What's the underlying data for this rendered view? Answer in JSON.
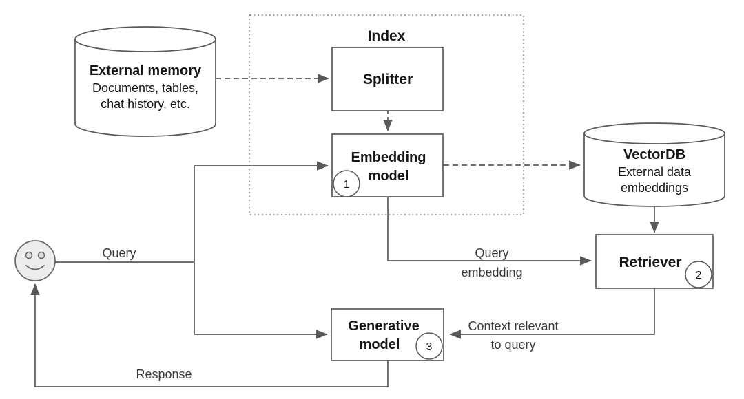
{
  "diagram": {
    "colors": {
      "line": "#595959",
      "dotted_border": "#8f8f8f",
      "text": "#161616",
      "edge_label_text": "#3a3a3a",
      "node_fill": "#ffffff",
      "face_fill": "#ececec",
      "face_stroke": "#666666",
      "background": "#ffffff"
    },
    "index_group": {
      "label": "Index"
    },
    "nodes": {
      "external_memory": {
        "title": "External memory",
        "subtitle_line1": "Documents, tables,",
        "subtitle_line2": "chat history, etc.",
        "shape": "cylinder"
      },
      "splitter": {
        "label": "Splitter",
        "shape": "rectangle"
      },
      "embedding_model": {
        "label_line1": "Embedding",
        "label_line2": "model",
        "step_badge": "1",
        "shape": "rectangle"
      },
      "vectordb": {
        "title": "VectorDB",
        "subtitle_line1": "External data",
        "subtitle_line2": "embeddings",
        "shape": "cylinder"
      },
      "retriever": {
        "label": "Retriever",
        "step_badge": "2",
        "shape": "rectangle"
      },
      "generative_model": {
        "label_line1": "Generative",
        "label_line2": "model",
        "step_badge": "3",
        "shape": "rectangle"
      },
      "user": {
        "icon": "smiley-face"
      }
    },
    "edge_labels": {
      "query": "Query",
      "query_embedding_line1": "Query",
      "query_embedding_line2": "embedding",
      "context_line1": "Context relevant",
      "context_line2": "to query",
      "response": "Response"
    }
  }
}
